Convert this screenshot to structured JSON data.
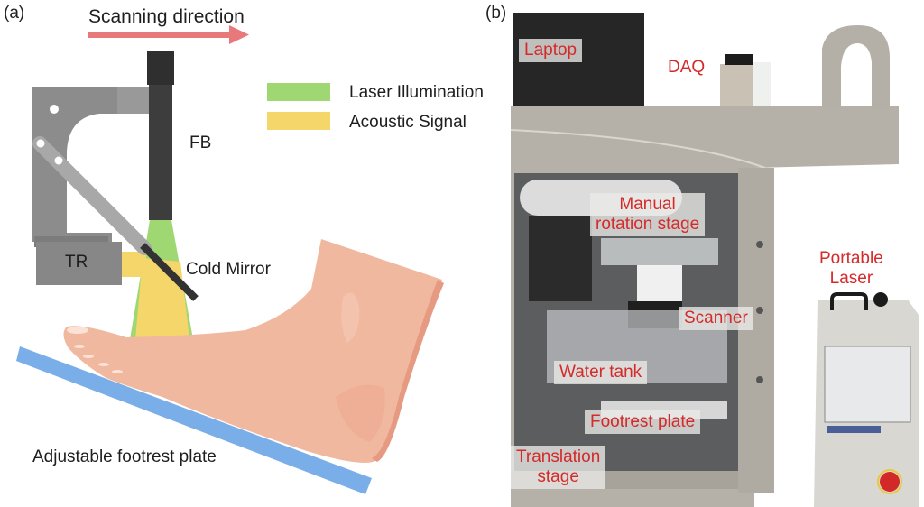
{
  "panel_a": {
    "label": "(a)",
    "scan_direction": "Scanning direction",
    "legend": [
      {
        "label": "Laser Illumination",
        "color": "#9fd872"
      },
      {
        "label": "Acoustic Signal",
        "color": "#f5d66b"
      }
    ],
    "labels": {
      "fb": "FB",
      "tr": "TR",
      "cold_mirror": "Cold Mirror",
      "footrest": "Adjustable footrest plate"
    },
    "colors": {
      "arrow": "#e8797b",
      "mount": "#8a8a8a",
      "fiber": "#3c3c3c",
      "plate": "#7aaee8",
      "skin": "#f1b8a0"
    }
  },
  "panel_b": {
    "label": "(b)",
    "labels": {
      "laptop": "Laptop",
      "daq": "DAQ",
      "rotation_stage": [
        "Manual",
        "rotation stage"
      ],
      "scanner": "Scanner",
      "portable_laser": [
        "Portable",
        "Laser"
      ],
      "water_tank": "Water tank",
      "footrest_plate": "Footrest plate",
      "translation_stage": [
        "Translation",
        "stage"
      ]
    },
    "label_color": "#d42a2a"
  }
}
